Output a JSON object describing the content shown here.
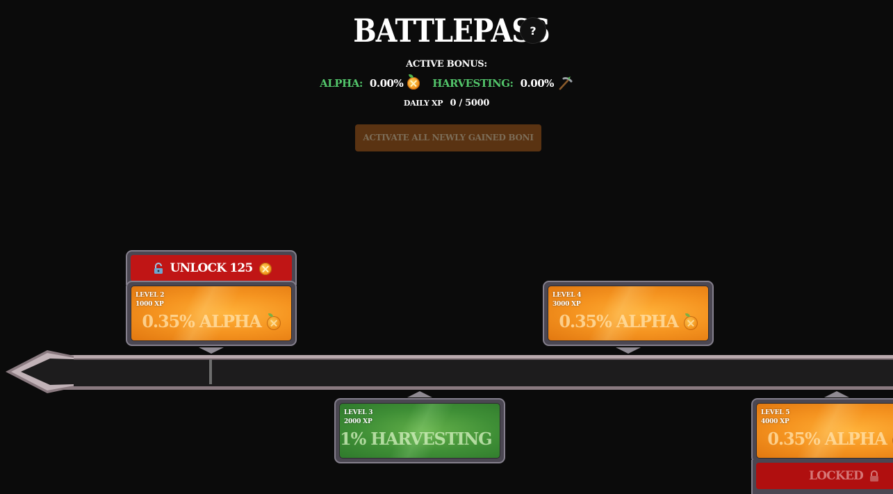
{
  "header": {
    "title": "BATTLEPASS",
    "help_label": "?",
    "active_bonus_heading": "ACTIVE BONUS:",
    "alpha_label": "ALPHA:",
    "alpha_value": "0.00%",
    "harvesting_label": "HARVESTING:",
    "harvesting_value": "0.00%",
    "daily_xp_label": "DAILY XP",
    "daily_xp_value": "0 / 5000",
    "activate_button_label": "ACTIVATE ALL NEWLY GAINED BONI"
  },
  "unlock": {
    "label": "UNLOCK 125"
  },
  "locked": {
    "label": "LOCKED"
  },
  "levels": [
    {
      "level": "LEVEL 2",
      "xp": "1000 XP",
      "reward": "0.35% ALPHA",
      "type": "alpha"
    },
    {
      "level": "LEVEL 3",
      "xp": "2000 XP",
      "reward": "1% HARVESTING",
      "type": "harvesting"
    },
    {
      "level": "LEVEL 4",
      "xp": "3000 XP",
      "reward": "0.35% ALPHA",
      "type": "alpha"
    },
    {
      "level": "LEVEL 5",
      "xp": "4000 XP",
      "reward": "0.35% ALPHA",
      "type": "alpha"
    }
  ],
  "colors": {
    "background": "#0b0b0b",
    "bonus_label": "#52c46a",
    "unlock_red": "#c01515",
    "activate_disabled": "#5a3312",
    "alpha_card": "#f59420",
    "harvesting_card": "#3f8f36"
  },
  "icons": {
    "alpha": "orange-coin-icon",
    "harvesting": "pickaxe-icon",
    "unlock": "padlock-open-icon",
    "locked": "padlock-closed-icon"
  }
}
